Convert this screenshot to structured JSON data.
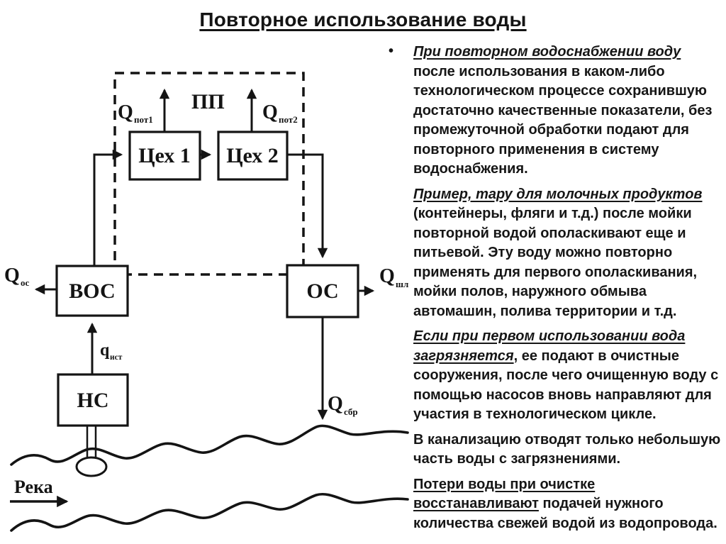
{
  "title": "Повторное использование воды",
  "diagram": {
    "pp_label": "ПП",
    "boxes": {
      "ceh1": "Цех 1",
      "ceh2": "Цех 2",
      "vos": "ВОС",
      "os": "ОС",
      "ns": "НС"
    },
    "flows": {
      "q_pot1": {
        "main": "Q",
        "sub": "пот1"
      },
      "q_pot2": {
        "main": "Q",
        "sub": "пот2"
      },
      "q_os": {
        "main": "Q",
        "sub": "ос"
      },
      "q_shl": {
        "main": "Q",
        "sub": "шл"
      },
      "q_ist": {
        "main": "q",
        "sub": "ист"
      },
      "q_sbr": {
        "main": "Q",
        "sub": "сбр"
      }
    },
    "river_label": "Река"
  },
  "content": {
    "bullet_glyph": "•",
    "paragraphs": [
      {
        "lead": "При повторном водоснабжении воду",
        "rest": " после использования в каком-либо технологическом процессе сохранившую достаточно качественные показатели, без промежуточной обработки подают для повторного применения в систему водоснабжения."
      },
      {
        "lead": "Пример, тару для молочных продуктов",
        "rest": " (контейнеры, фляги и т.д.) после мойки повторной водой ополаскивают еще и питьевой. Эту воду можно повторно применять для первого ополаскивания, мойки полов, наружного обмыва автомашин, полива территории и т.д."
      },
      {
        "lead": "Если при первом использовании вода загрязняется",
        "rest": ", ее подают в очистные сооружения, после чего очищенную воду с помощью насосов вновь направляют для участия в технологическом цикле."
      },
      {
        "lead": "",
        "rest": "В канализацию отводят только небольшую часть воды с загрязнениями."
      },
      {
        "lead": "Потери воды при очистке восстанавливают",
        "rest": " подачей нужного количества свежей водой из водопровода."
      }
    ]
  },
  "colors": {
    "ink": "#141414",
    "background": "#ffffff"
  }
}
